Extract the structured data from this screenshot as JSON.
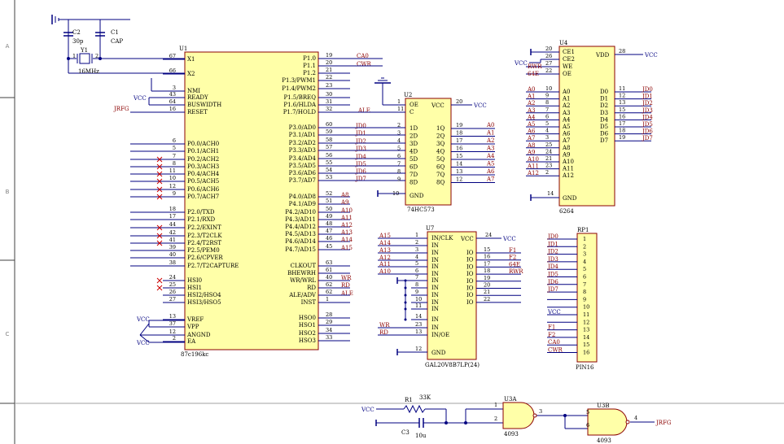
{
  "border": {
    "rows": [
      "A",
      "B",
      "C"
    ]
  },
  "u1": {
    "ref": "U1",
    "name": "87c196kc",
    "left_pins": [
      {
        "n": "67",
        "l": "X1"
      },
      {
        "n": "66",
        "l": "X2"
      },
      {
        "n": "3",
        "l": "NMI"
      },
      {
        "n": "43",
        "l": "READY"
      },
      {
        "n": "64",
        "l": "BUSWIDTH"
      },
      {
        "n": "16",
        "l": "RESET"
      },
      {
        "n": "6",
        "l": "P0.0/ACH0"
      },
      {
        "n": "5",
        "l": "P0.1/ACH1"
      },
      {
        "n": "7",
        "l": "P0.2/ACH2"
      },
      {
        "n": "8",
        "l": "P0.3/ACH3"
      },
      {
        "n": "11",
        "l": "P0.4/ACH4"
      },
      {
        "n": "10",
        "l": "P0.5/ACH5"
      },
      {
        "n": "12",
        "l": "P0.6/ACH6"
      },
      {
        "n": "9",
        "l": "P0.7/ACH7"
      },
      {
        "n": "18",
        "l": "P2.0/TXD"
      },
      {
        "n": "17",
        "l": "P2.1/RXD"
      },
      {
        "n": "44",
        "l": "P2.2/EXINT"
      },
      {
        "n": "42",
        "l": "P2.3/T2CLK"
      },
      {
        "n": "41",
        "l": "P2.4/T2RST"
      },
      {
        "n": "39",
        "l": "P2.5/PEM0"
      },
      {
        "n": "40",
        "l": "P2.6/CPVER"
      },
      {
        "n": "38",
        "l": "P2.7/T2CAPTURE"
      },
      {
        "n": "24",
        "l": "HSI0"
      },
      {
        "n": "25",
        "l": "HSI1"
      },
      {
        "n": "26",
        "l": "HSI2/HSO4"
      },
      {
        "n": "27",
        "l": "HSI3/HSO5"
      },
      {
        "n": "13",
        "l": "VREF"
      },
      {
        "n": "37",
        "l": "VPP"
      },
      {
        "n": "12",
        "l": "ANGND"
      },
      {
        "n": "2",
        "l": "EA"
      }
    ],
    "right_pins": [
      {
        "n": "19",
        "l": "P1.0"
      },
      {
        "n": "20",
        "l": "P1.1"
      },
      {
        "n": "21",
        "l": "P1.2"
      },
      {
        "n": "22",
        "l": "P1.3/PWM1"
      },
      {
        "n": "23",
        "l": "P1.4/PWM2"
      },
      {
        "n": "30",
        "l": "P1.5/BREQ"
      },
      {
        "n": "31",
        "l": "P1.6/HLDA"
      },
      {
        "n": "32",
        "l": "P1.7/HOLD"
      },
      {
        "n": "60",
        "l": "P3.0/AD0"
      },
      {
        "n": "59",
        "l": "P3.1/AD1"
      },
      {
        "n": "58",
        "l": "P3.2/AD2"
      },
      {
        "n": "57",
        "l": "P3.3/AD3"
      },
      {
        "n": "56",
        "l": "P3.4/AD4"
      },
      {
        "n": "55",
        "l": "P3.5/AD5"
      },
      {
        "n": "54",
        "l": "P3.6/AD6"
      },
      {
        "n": "53",
        "l": "P3.7/AD7"
      },
      {
        "n": "52",
        "l": "P4.0/AD8"
      },
      {
        "n": "51",
        "l": "P4.1/AD9"
      },
      {
        "n": "50",
        "l": "P4.2/AD10"
      },
      {
        "n": "49",
        "l": "P4.3/AD11"
      },
      {
        "n": "48",
        "l": "P4.4/AD12"
      },
      {
        "n": "47",
        "l": "P4.5/AD13"
      },
      {
        "n": "46",
        "l": "P4.6/AD14"
      },
      {
        "n": "45",
        "l": "P4.7/AD15"
      },
      {
        "n": "63",
        "l": "CLKOUT"
      },
      {
        "n": "61",
        "l": "BHEWRH"
      },
      {
        "n": "40",
        "l": "WR/WRL"
      },
      {
        "n": "62",
        "l": "RD"
      },
      {
        "n": "62",
        "l": "ALE/ADV"
      },
      {
        "n": "1",
        "l": "INST"
      },
      {
        "n": "28",
        "l": "HSO0"
      },
      {
        "n": "29",
        "l": "HSO1"
      },
      {
        "n": "34",
        "l": "HSO2"
      },
      {
        "n": "33",
        "l": "HSO3"
      }
    ]
  },
  "u2": {
    "ref": "U2",
    "name": "74HC573",
    "top_pins": [
      {
        "n": "1",
        "l": "OE"
      },
      {
        "n": "11",
        "l": "C"
      }
    ],
    "vcc": {
      "n": "20",
      "l": "VCC"
    },
    "d_pins": [
      {
        "n": "2",
        "l": "1D"
      },
      {
        "n": "3",
        "l": "2D"
      },
      {
        "n": "4",
        "l": "3D"
      },
      {
        "n": "5",
        "l": "4D"
      },
      {
        "n": "6",
        "l": "5D"
      },
      {
        "n": "7",
        "l": "6D"
      },
      {
        "n": "8",
        "l": "7D"
      },
      {
        "n": "9",
        "l": "8D"
      }
    ],
    "q_pins": [
      {
        "n": "19",
        "l": "1Q"
      },
      {
        "n": "18",
        "l": "2Q"
      },
      {
        "n": "17",
        "l": "3Q"
      },
      {
        "n": "16",
        "l": "4Q"
      },
      {
        "n": "15",
        "l": "5Q"
      },
      {
        "n": "14",
        "l": "6Q"
      },
      {
        "n": "13",
        "l": "7Q"
      },
      {
        "n": "12",
        "l": "8Q"
      }
    ],
    "gnd": {
      "n": "10",
      "l": "GND"
    }
  },
  "u4": {
    "ref": "U4",
    "name": "6264",
    "ctrl_pins": [
      {
        "n": "20",
        "l": "CE1"
      },
      {
        "n": "26",
        "l": "CE2"
      },
      {
        "n": "27",
        "l": "WE"
      },
      {
        "n": "22",
        "l": "OE"
      }
    ],
    "vdd": {
      "n": "28",
      "l": "VDD"
    },
    "addr_pins": [
      {
        "n": "10",
        "l": "A0"
      },
      {
        "n": "9",
        "l": "A1"
      },
      {
        "n": "8",
        "l": "A2"
      },
      {
        "n": "7",
        "l": "A3"
      },
      {
        "n": "6",
        "l": "A4"
      },
      {
        "n": "5",
        "l": "A5"
      },
      {
        "n": "4",
        "l": "A6"
      },
      {
        "n": "3",
        "l": "A7"
      },
      {
        "n": "25",
        "l": "A8"
      },
      {
        "n": "24",
        "l": "A9"
      },
      {
        "n": "21",
        "l": "A10"
      },
      {
        "n": "23",
        "l": "A11"
      },
      {
        "n": "2",
        "l": "A12"
      }
    ],
    "data_pins": [
      {
        "n": "11",
        "l": "D0"
      },
      {
        "n": "12",
        "l": "D1"
      },
      {
        "n": "13",
        "l": "D2"
      },
      {
        "n": "15",
        "l": "D3"
      },
      {
        "n": "16",
        "l": "D4"
      },
      {
        "n": "17",
        "l": "D5"
      },
      {
        "n": "18",
        "l": "D6"
      },
      {
        "n": "19",
        "l": "D7"
      }
    ],
    "gnd": {
      "n": "14",
      "l": "GND"
    }
  },
  "u7": {
    "ref": "U7",
    "name": "GAL20V8B7LP(24)",
    "in_pins": [
      {
        "n": "1",
        "l": "IN/CLK"
      },
      {
        "n": "2",
        "l": "IN"
      },
      {
        "n": "3",
        "l": "IN"
      },
      {
        "n": "4",
        "l": "IN"
      },
      {
        "n": "5",
        "l": "IN"
      },
      {
        "n": "6",
        "l": "IN"
      },
      {
        "n": "7",
        "l": "IN"
      },
      {
        "n": "8",
        "l": "IN"
      },
      {
        "n": "9",
        "l": "IN"
      },
      {
        "n": "10",
        "l": "IN"
      },
      {
        "n": "11",
        "l": "IN"
      },
      {
        "n": "14",
        "l": "IN"
      },
      {
        "n": "23",
        "l": "IN"
      },
      {
        "n": "13",
        "l": "IN/OE"
      }
    ],
    "vcc": {
      "n": "24",
      "l": "VCC"
    },
    "io_pins": [
      {
        "n": "15",
        "l": "IO"
      },
      {
        "n": "16",
        "l": "IO"
      },
      {
        "n": "17",
        "l": "IO"
      },
      {
        "n": "18",
        "l": "IO"
      },
      {
        "n": "19",
        "l": "IO"
      },
      {
        "n": "20",
        "l": "IO"
      },
      {
        "n": "21",
        "l": "IO"
      },
      {
        "n": "22",
        "l": "IO"
      }
    ],
    "gnd": {
      "n": "12",
      "l": "GND"
    }
  },
  "rp1": {
    "ref": "RP1",
    "name": "PIN16",
    "pins": [
      "1",
      "2",
      "3",
      "4",
      "5",
      "6",
      "7",
      "8",
      "9",
      "10",
      "11",
      "12",
      "13",
      "14",
      "15",
      "16"
    ]
  },
  "nets": {
    "ca0": "CA0",
    "cwr": "CWR",
    "ale": "ALE",
    "jrfg": "JRFG",
    "vcc": "VCC",
    "p3": [
      "JD0",
      "JD1",
      "JD2",
      "JD3",
      "JD4",
      "JD5",
      "JD6",
      "JD7"
    ],
    "p4": [
      "A8",
      "A9",
      "A10",
      "A11",
      "A12",
      "A13",
      "A14",
      "A15"
    ],
    "wr": "WR",
    "rd": "RD",
    "latch_out": [
      "A0",
      "A1",
      "A2",
      "A3",
      "A4",
      "A5",
      "A6",
      "A7"
    ],
    "ram_ctrl": [
      "RWR",
      "64E"
    ],
    "ram_addr": [
      "A0",
      "A1",
      "A2",
      "A3",
      "A4",
      "A5",
      "A6",
      "A7",
      "A8",
      "A9",
      "A10",
      "A11",
      "A12"
    ],
    "ram_data": [
      "JD0",
      "JD1",
      "JD2",
      "JD3",
      "JD4",
      "JD5",
      "JD6",
      "JD7"
    ],
    "gal_in": [
      "A15",
      "A14",
      "A13",
      "A12",
      "A11",
      "A10"
    ],
    "gal_ctrl": [
      "WR",
      "RD"
    ],
    "gal_out": [
      "F1",
      "F2",
      "64E",
      "RWR"
    ],
    "rp_labels": [
      "JD0",
      "JD1",
      "JD2",
      "JD3",
      "JD4",
      "JD5",
      "JD6",
      "JD7",
      "",
      "",
      "VCC",
      "",
      "F1",
      "F2",
      "CA0",
      "CWR"
    ]
  },
  "parts": {
    "c2": {
      "ref": "C2",
      "val": "30p"
    },
    "c1": {
      "ref": "C1",
      "val": "CAP"
    },
    "y1": {
      "ref": "Y1",
      "val": "16MHz",
      "p1": "1",
      "p2": "2"
    },
    "r1": {
      "ref": "R1",
      "val": "33K"
    },
    "c3": {
      "ref": "C3",
      "val": "10u"
    },
    "u3a": {
      "ref": "U3A",
      "name": "4093",
      "in1": "1",
      "in2": "2",
      "out": "3"
    },
    "u3b": {
      "ref": "U3B",
      "name": "4093",
      "in1": "5",
      "in2": "6",
      "out": "4"
    }
  }
}
